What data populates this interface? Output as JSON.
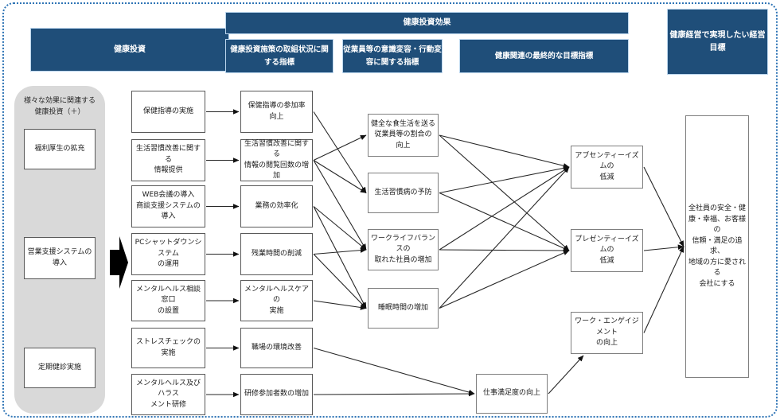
{
  "headers": {
    "investment": "健康投資",
    "effect": "健康投資効果",
    "effect_sub1": "健康投資施策の取組状況に関\nする指標",
    "effect_sub2": "従業員等の意識変容・行動変\n容に関する指標",
    "effect_sub3": "健康関連の最終的な目標指標",
    "goal": "健康経営で実現したい経営\n目標"
  },
  "investment_panel": {
    "title": "様々な効果に関連する\n健康投資（＋）",
    "items": [
      "福利厚生の拡充",
      "営業支援システムの\n導入",
      "定期健診実施"
    ]
  },
  "measures": [
    "保健指導の実施",
    "生活習慣改善に関する\n情報提供",
    "WEB会議の導入\n商談支援システムの\n導入",
    "PCシャットダウンシステム\nの運用",
    "メンタルヘルス相談窓口\nの設置",
    "ストレスチェックの実施",
    "メンタルヘルス及びハラス\nメント研修"
  ],
  "status_indicators": [
    "保健指導の参加率\n向上",
    "生活習慣改善に関する\n情報の閲覧回数の増加",
    "業務の効率化",
    "残業時間の削減",
    "メンタルヘルスケアの\n実施",
    "職場の環境改善",
    "研修参加者数の増加"
  ],
  "behavior_indicators": [
    "健全な食生活を送る\n従業員等の割合の\n向上",
    "生活習慣病の予防",
    "ワークライフバランスの\n取れた社員の増加",
    "睡眠時間の増加",
    "仕事満足度の向上"
  ],
  "target_indicators": [
    "アブセンティーイズムの\n低減",
    "プレゼンティーイズムの\n低減",
    "ワーク・エンゲイジメント\nの向上"
  ],
  "goal_box": "全社員の安全・健\n康・幸福、お客様の\n信頼・満足の追求、\n地域の方に愛される\n会社にする",
  "colors": {
    "navy": "#1f4e79",
    "light_border": "#bdd7ee",
    "gray_panel": "#d9d9d9",
    "frame_blue": "#2e74b5"
  },
  "edges": [
    {
      "from": "r1",
      "to": "c1"
    },
    {
      "from": "r2",
      "to": "c2"
    },
    {
      "from": "r3",
      "to": "c3"
    },
    {
      "from": "r4",
      "to": "c4"
    },
    {
      "from": "r5",
      "to": "c5"
    },
    {
      "from": "r6",
      "to": "c6"
    },
    {
      "from": "r7",
      "to": "c7"
    },
    {
      "from": "c1",
      "to": "d2"
    },
    {
      "from": "c2",
      "to": "d1"
    },
    {
      "from": "c2",
      "to": "d2"
    },
    {
      "from": "c2",
      "to": "d3"
    },
    {
      "from": "c3",
      "to": "d3"
    },
    {
      "from": "c3",
      "to": "d4"
    },
    {
      "from": "c4",
      "to": "d3"
    },
    {
      "from": "c4",
      "to": "d4"
    },
    {
      "from": "c5",
      "to": "d4"
    },
    {
      "from": "c6",
      "to": "d5"
    },
    {
      "from": "c7",
      "to": "d5"
    },
    {
      "from": "d1",
      "to": "e1"
    },
    {
      "from": "d1",
      "to": "e2"
    },
    {
      "from": "d2",
      "to": "e1"
    },
    {
      "from": "d2",
      "to": "e2"
    },
    {
      "from": "d3",
      "to": "e1"
    },
    {
      "from": "d3",
      "to": "e2"
    },
    {
      "from": "d4",
      "to": "e1"
    },
    {
      "from": "d4",
      "to": "e2"
    },
    {
      "from": "d5",
      "to": "e3",
      "toSide": "bottomleft"
    },
    {
      "from": "e1",
      "to": "g"
    },
    {
      "from": "e2",
      "to": "g"
    },
    {
      "from": "e3",
      "to": "g"
    }
  ]
}
